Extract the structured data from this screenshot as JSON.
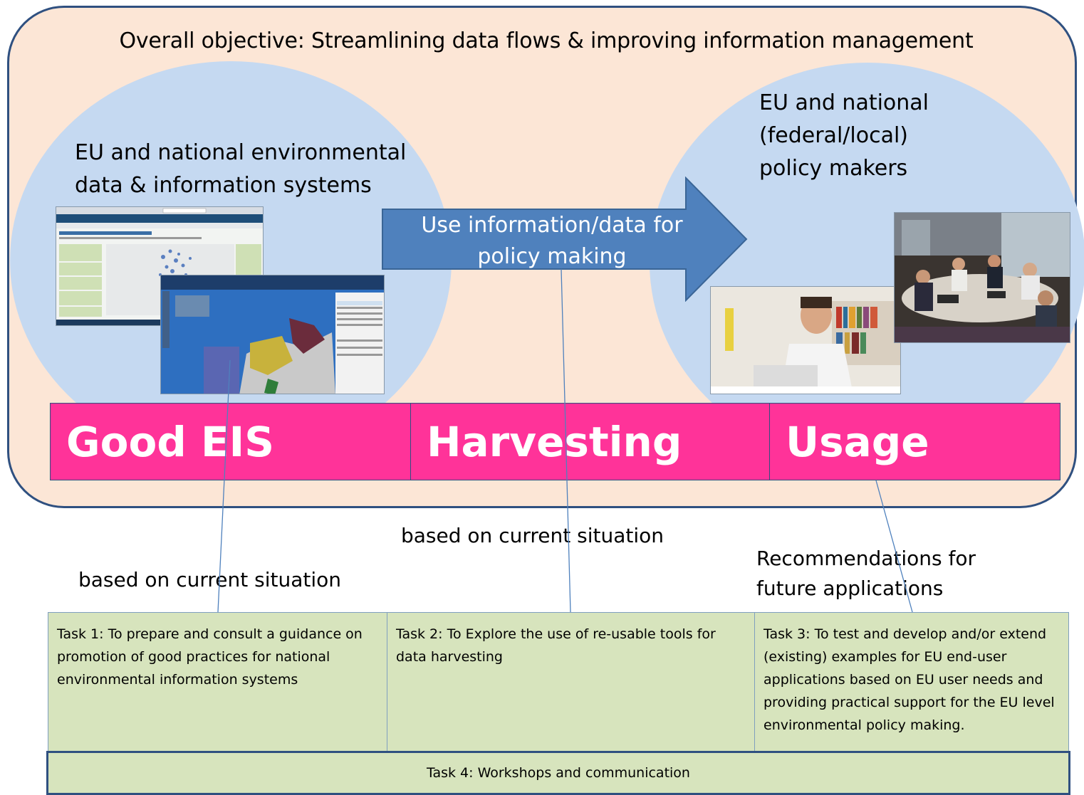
{
  "objective": "Overall objective: Streamlining data  flows & improving information management",
  "left_circle": {
    "line1": "EU and national environmental",
    "line2": "data & information systems"
  },
  "right_circle": {
    "line1": "EU and national",
    "line2": "(federal/local)",
    "line3": "policy makers"
  },
  "arrow": {
    "line1": "Use information/data for",
    "line2": "policy making"
  },
  "bars": [
    "Good EIS",
    "Harvesting",
    "Usage"
  ],
  "notes": {
    "left": "based on current situation",
    "middle": "based on current situation",
    "right_line1": "Recommendations for",
    "right_line2": "future applications"
  },
  "tasks": [
    "Task 1: To prepare and consult a guidance on promotion of good practices for national environmental information systems",
    "Task 2:  To Explore the use of re-usable tools for data harvesting",
    "Task 3: To test and develop and/or extend (existing) examples for EU end-user applications based on EU user needs and providing practical support for the EU level environmental policy making."
  ],
  "task4": "Task 4: Workshops and communication",
  "colors": {
    "outer_fill": "#fce6d6",
    "outer_border": "#2f5080",
    "circle_fill": "#c5d9f1",
    "arrow_fill": "#4f81bd",
    "bar_fill": "#ff3399",
    "task_fill": "#d7e4bd"
  }
}
